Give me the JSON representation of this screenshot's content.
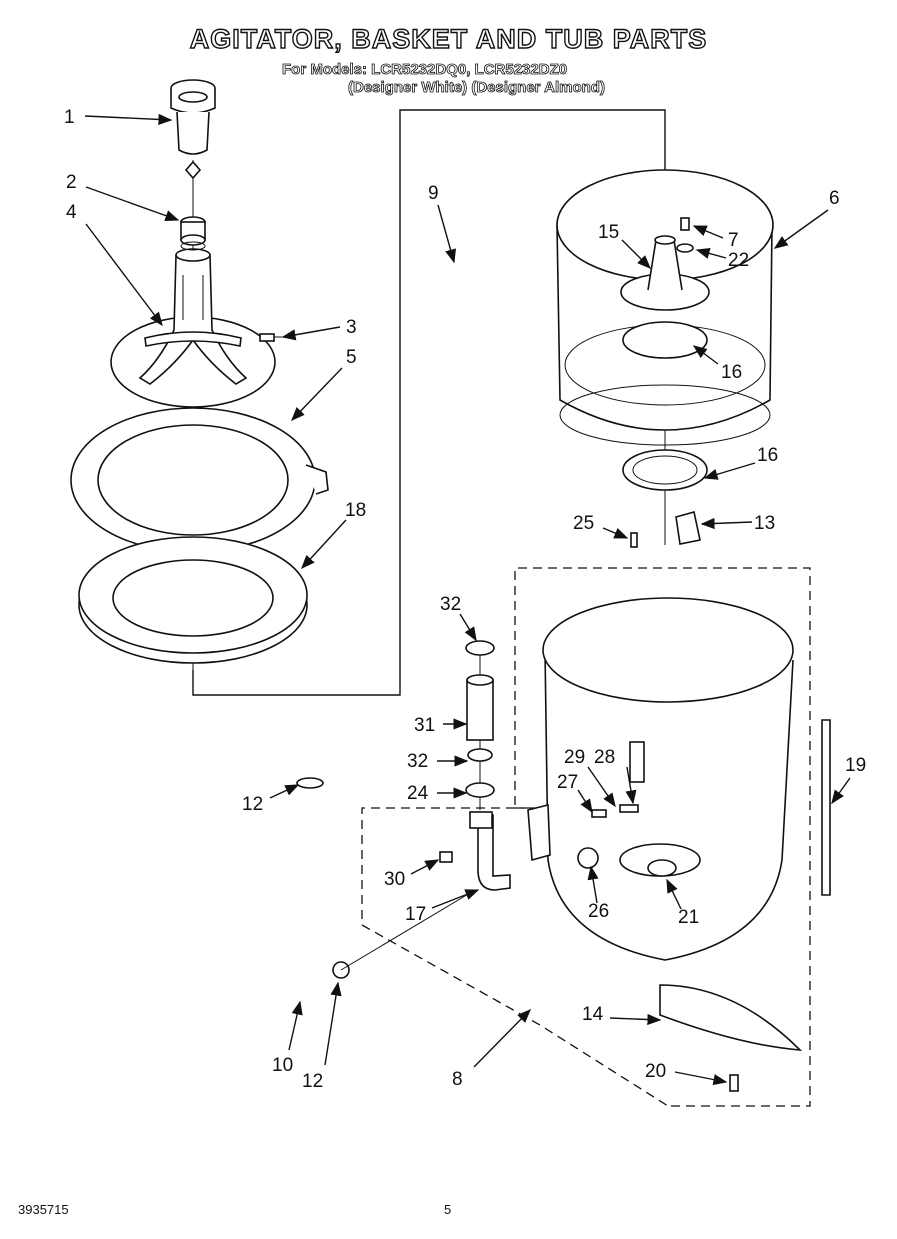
{
  "title": "AGITATOR, BASKET AND TUB PARTS",
  "models_line1": "For Models: LCR5232DQ0, LCR5232DZ0",
  "models_line2": "(Designer White) (Designer Almond)",
  "footer_code": "3935715",
  "page_number": "5",
  "callouts": {
    "c1": "1",
    "c2": "2",
    "c4": "4",
    "c3": "3",
    "c5": "5",
    "c18": "18",
    "c9": "9",
    "c15": "15",
    "c7": "7",
    "c22": "22",
    "c6": "6",
    "c16a": "16",
    "c16b": "16",
    "c25": "25",
    "c13": "13",
    "c32a": "32",
    "c31": "31",
    "c32b": "32",
    "c24": "24",
    "c29": "29",
    "c28": "28",
    "c27": "27",
    "c19": "19",
    "c12a": "12",
    "c30": "30",
    "c17": "17",
    "c26": "26",
    "c21": "21",
    "c14": "14",
    "c10": "10",
    "c12b": "12",
    "c8": "8",
    "c20": "20"
  }
}
